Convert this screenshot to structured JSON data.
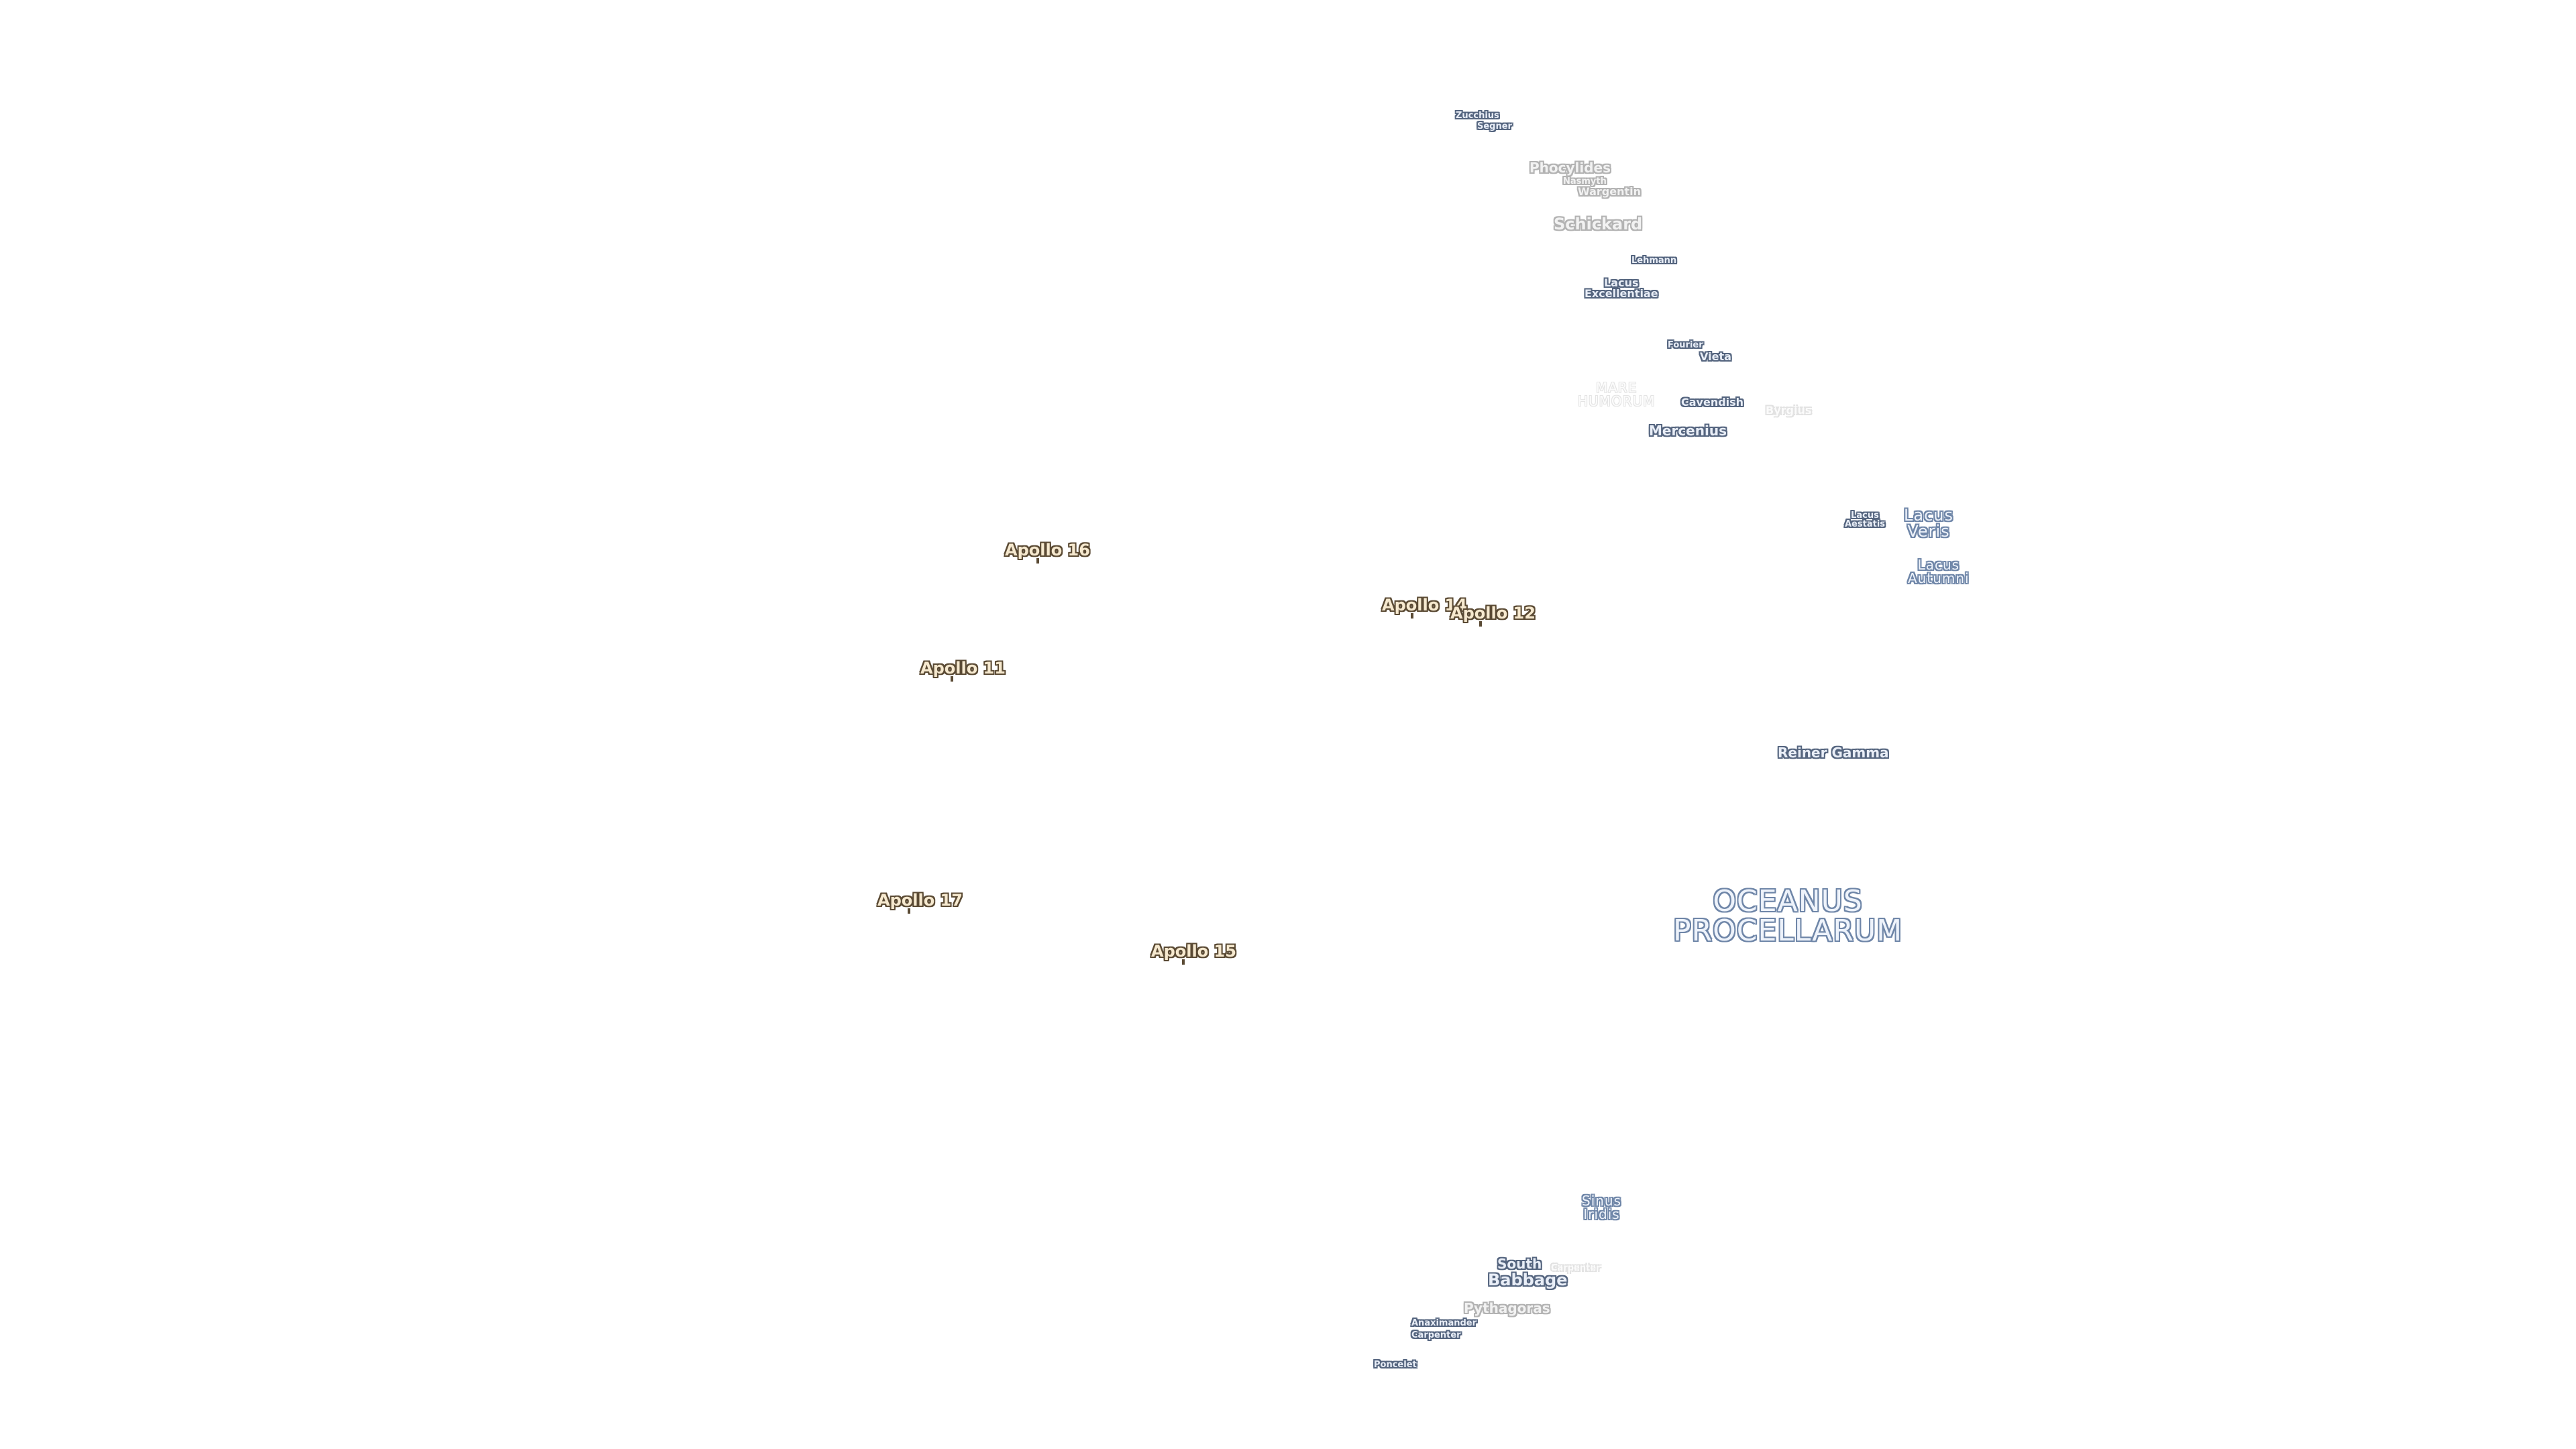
{
  "map": {
    "features": {
      "zucchius": "Zucchius",
      "segner": "Segner",
      "phocylides": "Phocylides",
      "nasmyth": "Nasmyth",
      "wargentin": "Wargentin",
      "schickard": "Schickard",
      "lehmann": "Lehmann",
      "lacus_excellentiae": "Lacus\nExcellentiae",
      "fourier": "Fourier",
      "vieta": "Vieta",
      "mare_humorum": "MARE\nHUMORUM",
      "cavendish": "Cavendish",
      "byrgius": "Byrgius",
      "mercenius": "Mercenius",
      "lacus_aestatis": "Lacus\nAestatis",
      "lacus_veris": "Lacus\nVeris",
      "lacus_autumni": "Lacus\nAutumni",
      "reiner_gamma": "Reiner Gamma",
      "oceanus_procellarum": "OCEANUS\nPROCELLARUM",
      "sinus_iridis": "Sinus\nIridis",
      "south": "South",
      "babbage": "Babbage",
      "carpenter_faint": "Carpenter",
      "pythagoras": "Pythagoras",
      "anaximander": "Anaximander",
      "carpenter": "Carpenter",
      "poncelet": "Poncelet"
    },
    "apollo_sites": {
      "apollo_16": "Apollo 16",
      "apollo_14": "Apollo 14",
      "apollo_12": "Apollo 12",
      "apollo_11": "Apollo 11",
      "apollo_17": "Apollo 17",
      "apollo_15": "Apollo 15"
    }
  }
}
